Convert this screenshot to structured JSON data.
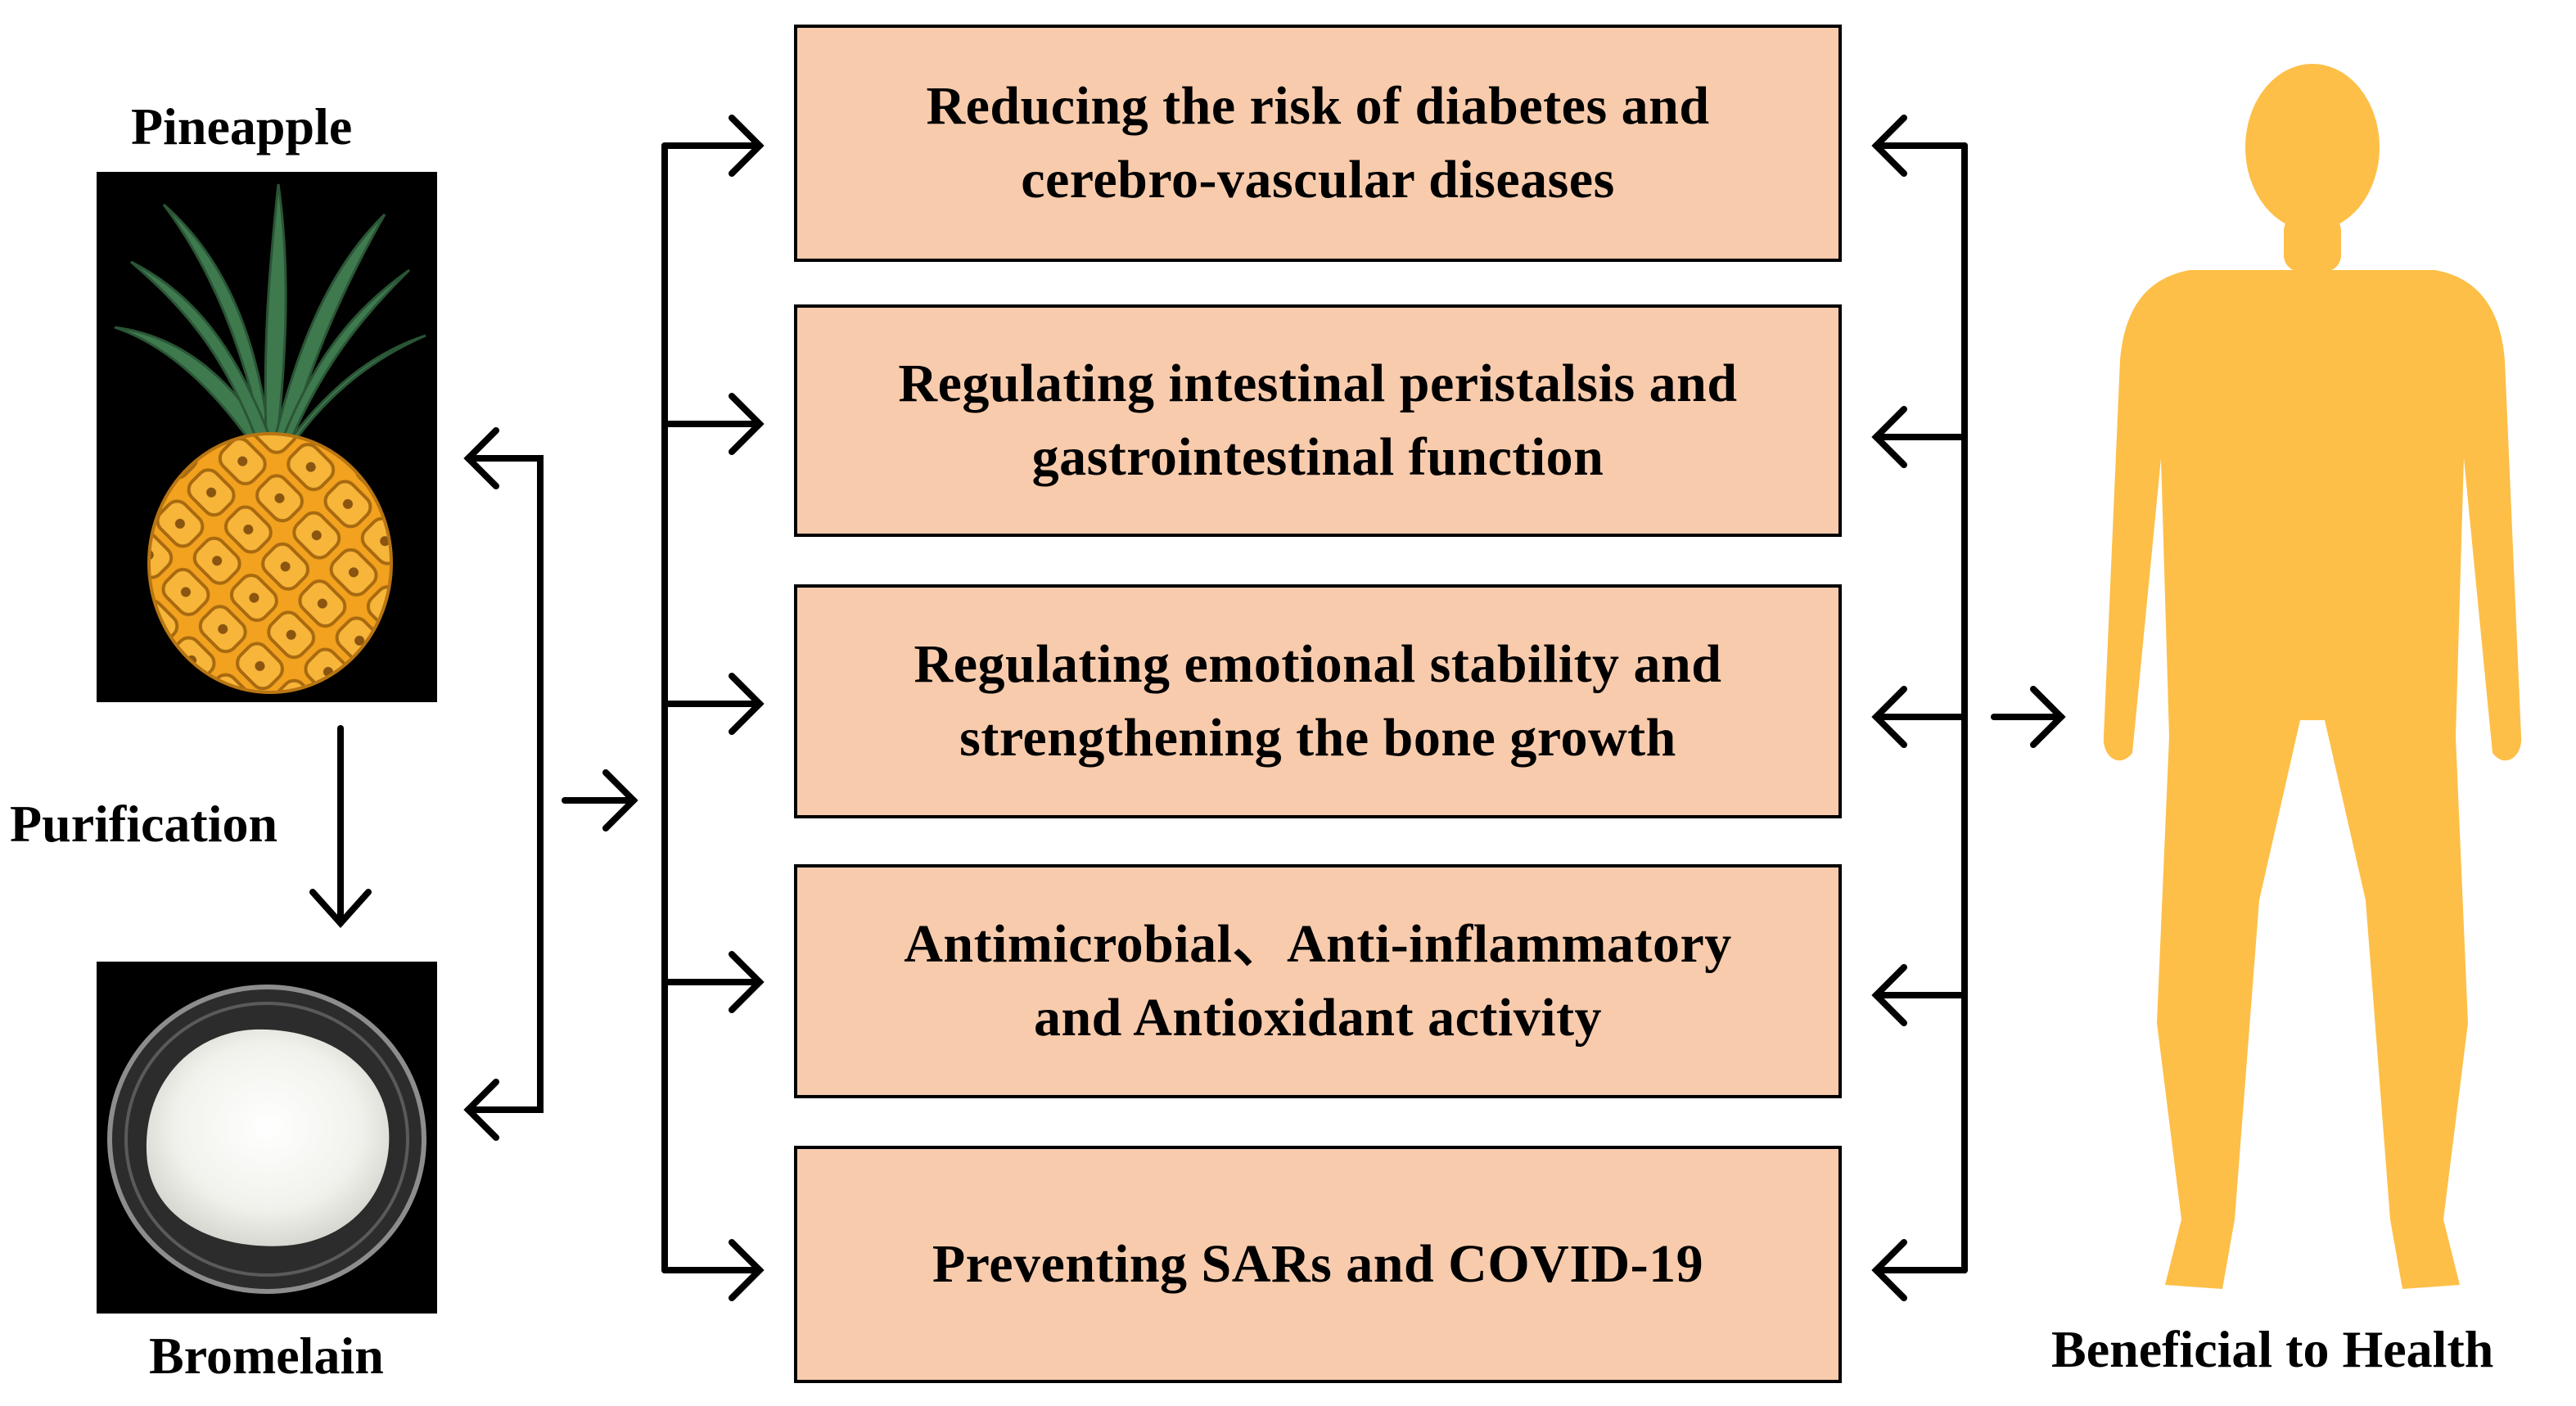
{
  "source": {
    "pineapple_label": "Pineapple",
    "process_label": "Purification",
    "bromelain_label": "Bromelain"
  },
  "benefits": [
    {
      "text": "Reducing the risk  of diabetes and\ncerebro-vascular diseases"
    },
    {
      "text": "Regulating intestinal peristalsis  and\ngastrointestinal  function"
    },
    {
      "text": "Regulating emotional stability  and\nstrengthening the bone growth"
    },
    {
      "text": "Antimicrobial、Anti-inflammatory\nand Antioxidant  activity"
    },
    {
      "text": "Preventing SARs and COVID-19"
    }
  ],
  "target": {
    "label": "Beneficial to Health"
  },
  "colors": {
    "box_fill": "#f8cbad",
    "body_silhouette": "#fdbf47",
    "pineapple_body": "#f2a21e",
    "pineapple_leaves": "#3f7a4e",
    "arrow": "#000000"
  }
}
